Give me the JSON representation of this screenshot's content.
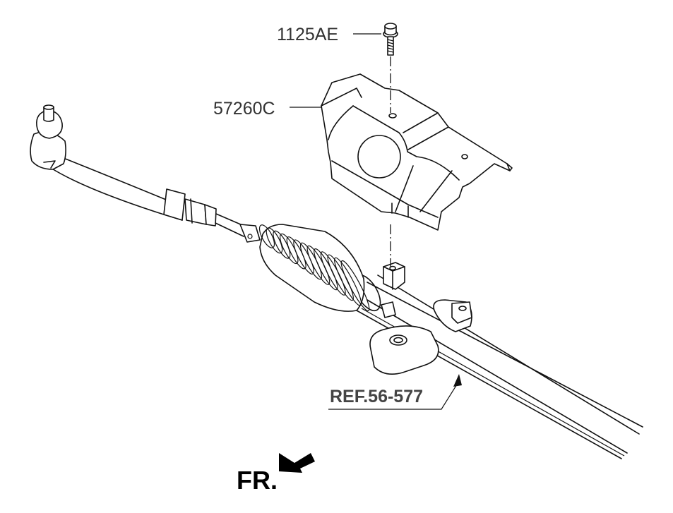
{
  "diagram": {
    "parts": [
      {
        "id": "1125AE",
        "label": "1125AE",
        "description": "flange bolt"
      },
      {
        "id": "57260C",
        "label": "57260C",
        "description": "heat protector / cover"
      }
    ],
    "reference": {
      "label": "REF.56-577",
      "description": "steering gear box assembly"
    },
    "direction": {
      "label": "FR.",
      "icon": "front-direction-arrow-icon"
    }
  }
}
